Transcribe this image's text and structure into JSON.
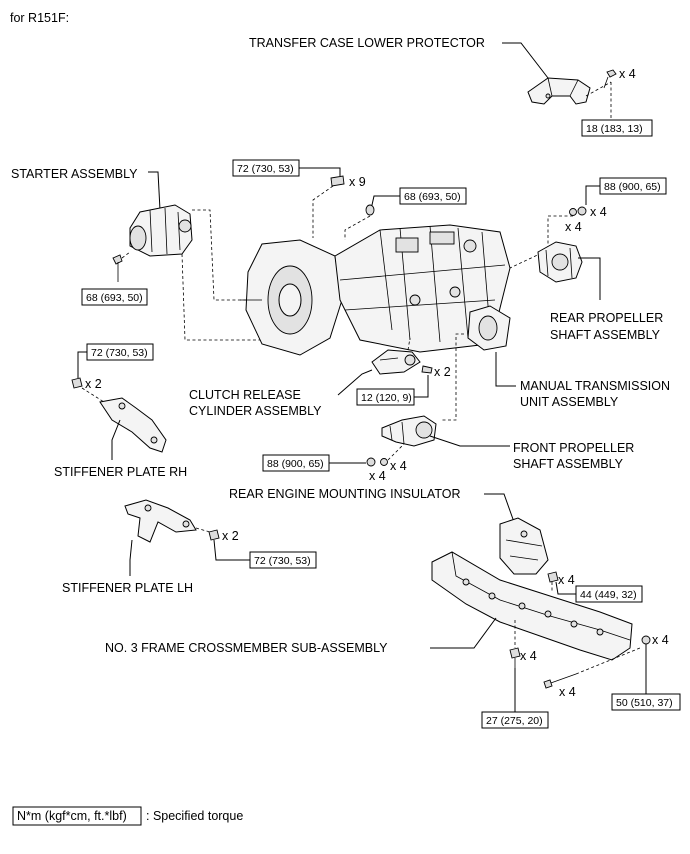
{
  "header": {
    "caption": "for R151F:"
  },
  "labels": {
    "transfer_case_lower_protector": "TRANSFER CASE LOWER PROTECTOR",
    "starter_assembly": "STARTER ASSEMBLY",
    "rear_propeller_1": "REAR PROPELLER",
    "rear_propeller_2": "SHAFT ASSEMBLY",
    "manual_transmission_1": "MANUAL TRANSMISSION",
    "manual_transmission_2": "UNIT ASSEMBLY",
    "clutch_release_1": "CLUTCH RELEASE",
    "clutch_release_2": "CYLINDER ASSEMBLY",
    "front_propeller_1": "FRONT PROPELLER",
    "front_propeller_2": "SHAFT ASSEMBLY",
    "stiffener_plate_rh": "STIFFENER PLATE RH",
    "rear_engine_mounting": "REAR  ENGINE MOUNTING INSULATOR",
    "stiffener_plate_lh": "STIFFENER PLATE LH",
    "frame_crossmember": "NO. 3 FRAME CROSSMEMBER SUB-ASSEMBLY"
  },
  "torques": {
    "transfer_protector": "18 (183, 13)",
    "starter": "68 (693, 50)",
    "bellhousing": "72 (730, 53)",
    "transmission_nut": "68 (693, 50)",
    "rear_propeller": "88 (900, 65)",
    "stiffener_rh": "72 (730, 53)",
    "clutch": "12 (120, 9)",
    "front_propeller": "88 (900, 65)",
    "stiffener_lh": "72 (730, 53)",
    "mount": "44 (449, 32)",
    "crossmember_bottom": "27 (275, 20)",
    "crossmember_nut": "50 (510, 37)"
  },
  "quantities": {
    "transfer_protector_bolt": "x 4",
    "bellhousing_bolt": "x 9",
    "rear_propeller_nut": "x 4",
    "rear_propeller_washer": "x 4",
    "clutch_bolt": "x 2",
    "front_propeller_nut": "x 4",
    "front_propeller_washer": "x 4",
    "stiffener_rh_bolt": "x 2",
    "stiffener_lh_bolt": "x 2",
    "mount_nut": "x 4",
    "crossmember_bottom_bolt": "x 4",
    "crossmember_side_bolt": "x 4",
    "crossmember_nut": "x 4"
  },
  "legend": {
    "unit": "N*m (kgf*cm, ft.*lbf)",
    "description": ": Specified torque"
  }
}
